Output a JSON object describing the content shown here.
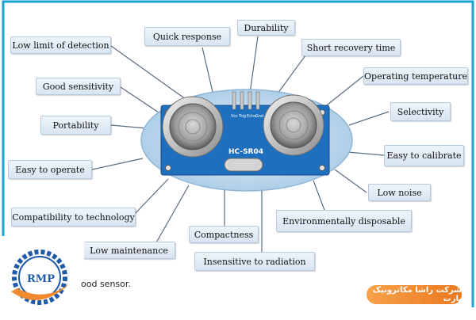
{
  "diagram": {
    "center_labels": {
      "module_name": "HC-SR04"
    },
    "labels": [
      {
        "id": "low-limit",
        "text": "Low limit of detection"
      },
      {
        "id": "quick-response",
        "text": "Quick response"
      },
      {
        "id": "durability",
        "text": "Durability"
      },
      {
        "id": "short-recovery",
        "text": "Short recovery time"
      },
      {
        "id": "operating-temp",
        "text": "Operating temperature"
      },
      {
        "id": "good-sensitivity",
        "text": "Good sensitivity"
      },
      {
        "id": "selectivity",
        "text": "Selectivity"
      },
      {
        "id": "portability",
        "text": "Portability"
      },
      {
        "id": "easy-calibrate",
        "text": "Easy to calibrate"
      },
      {
        "id": "easy-operate",
        "text": "Easy to operate"
      },
      {
        "id": "low-noise",
        "text": "Low noise"
      },
      {
        "id": "compat-tech",
        "text": "Compatibility to technology"
      },
      {
        "id": "env-disposable",
        "text": "Environmentally disposable"
      },
      {
        "id": "compactness",
        "text": "Compactness"
      },
      {
        "id": "low-maintenance",
        "text": "Low maintenance"
      },
      {
        "id": "insensitive-radiation",
        "text": "Insensitive to radiation"
      }
    ],
    "caption": "ood sensor.",
    "colors": {
      "frame": "#1aa3d6",
      "ellipse": "#bfd9ee",
      "board": "#1f6fbf",
      "badge": "#f08a2c",
      "logo_blue": "#1e5aa8",
      "logo_orange": "#f08a2c"
    }
  },
  "logo": {
    "text": "RMP"
  },
  "company": {
    "name": "شرکت راشا مکاترونیک پارت"
  }
}
